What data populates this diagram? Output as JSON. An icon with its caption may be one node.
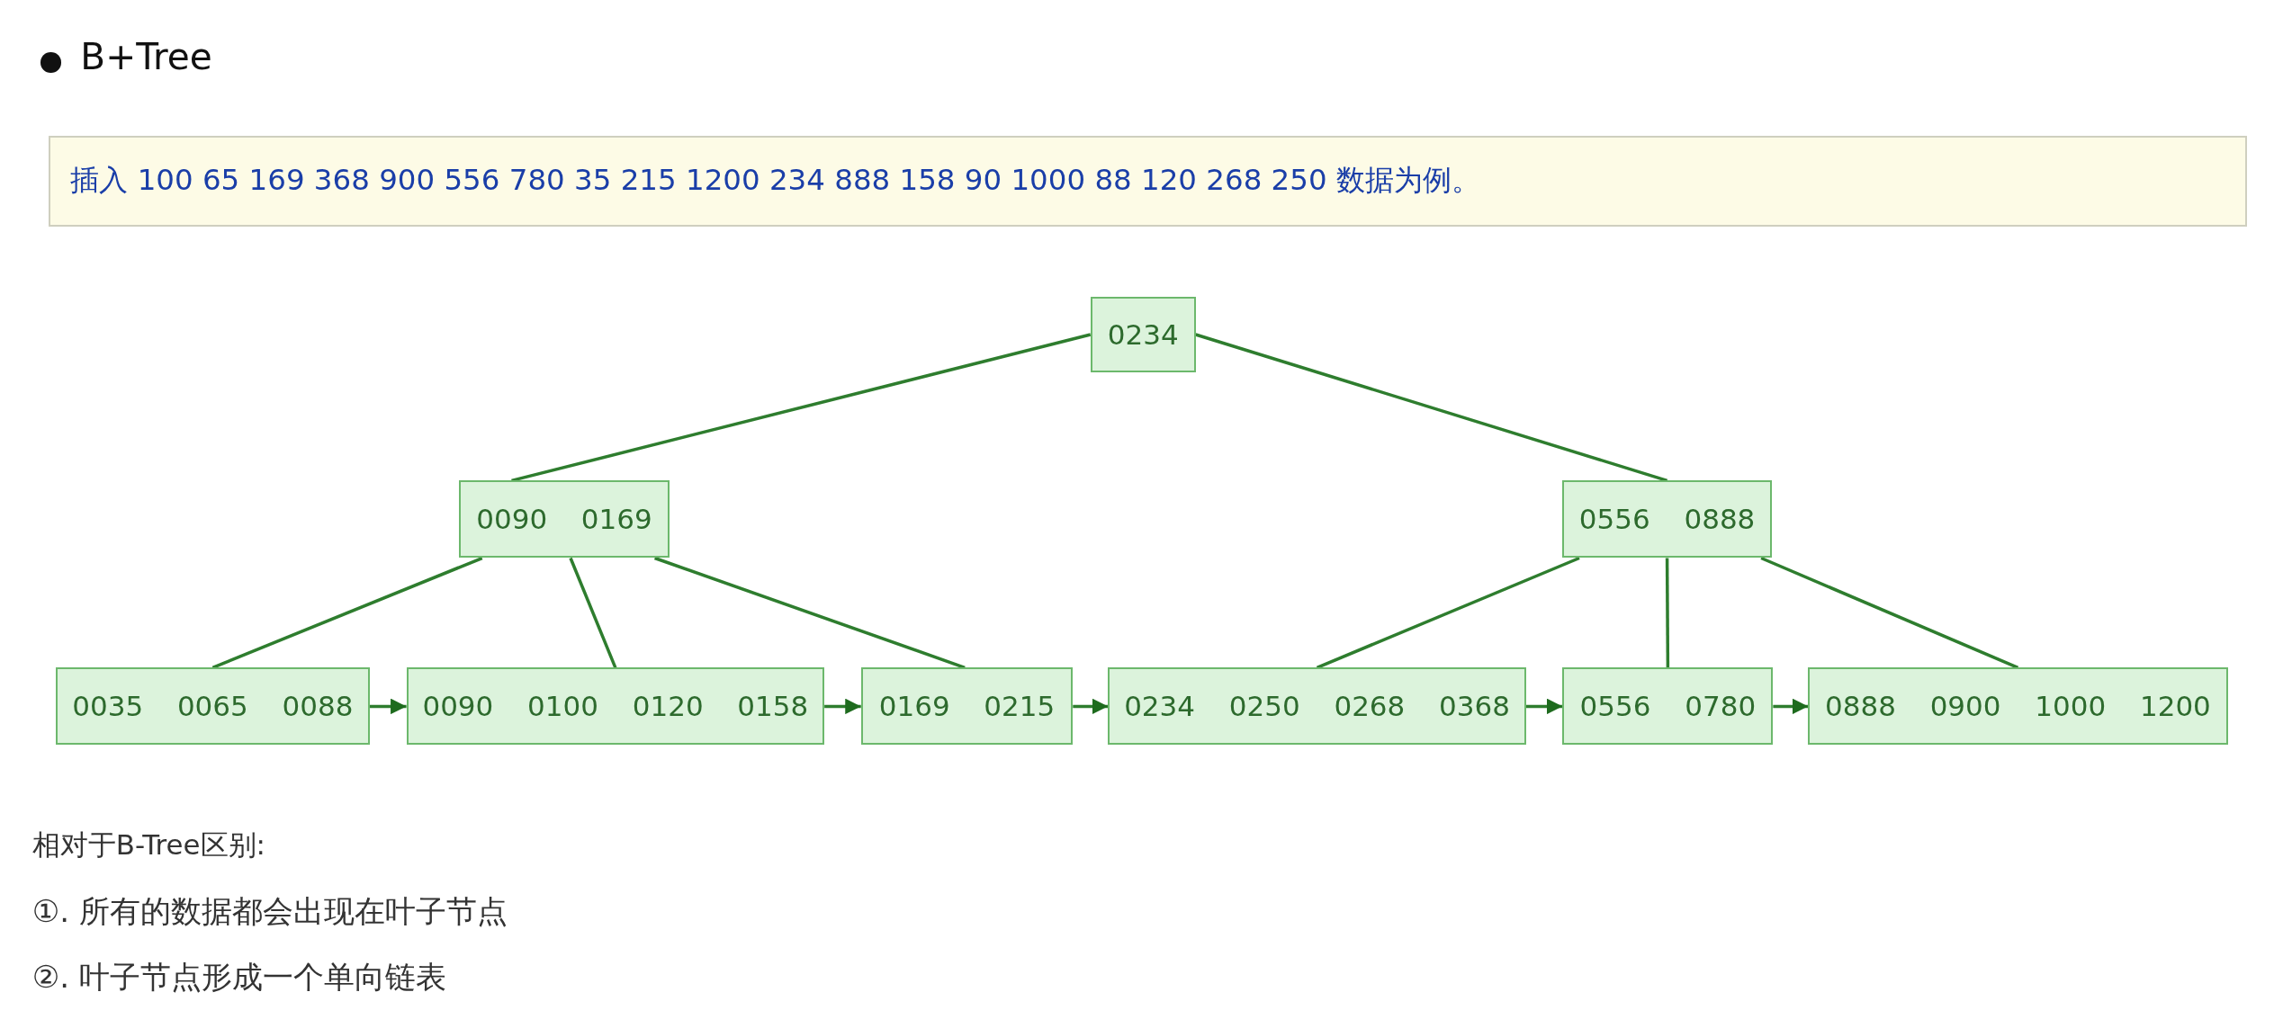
{
  "diagram": {
    "title": "B+Tree",
    "nodes": [
      {
        "text": [
          "0234"
        ]
      },
      {
        "text": [
          "0090 0169"
        ]
      },
      {
        "text": [
          "0556 0888"
        ]
      },
      {
        "text": [
          "0035 0065 0088"
        ]
      },
      {
        "text": [
          "0090 0100 0120 0158"
        ]
      },
      {
        "text": [
          "0169 0215"
        ]
      },
      {
        "text": [
          "0234 0250 0268 0368"
        ]
      },
      {
        "text": [
          "0556 0780"
        ]
      },
      {
        "text": [
          "0888 0900 1000 1200"
        ]
      }
    ],
    "edges": [
      {
        "from": 0,
        "to": 1,
        "arrow": "none"
      },
      {
        "from": 0,
        "to": 2,
        "arrow": "none"
      },
      {
        "from": 1,
        "to": 3,
        "arrow": "none"
      },
      {
        "from": 1,
        "to": 4,
        "arrow": "none"
      },
      {
        "from": 1,
        "to": 5,
        "arrow": "none"
      },
      {
        "from": 2,
        "to": 6,
        "arrow": "none"
      },
      {
        "from": 2,
        "to": 7,
        "arrow": "none"
      },
      {
        "from": 2,
        "to": 8,
        "arrow": "none"
      },
      {
        "from": 3,
        "to": 4,
        "arrow": "to"
      },
      {
        "from": 4,
        "to": 5,
        "arrow": "to"
      },
      {
        "from": 5,
        "to": 6,
        "arrow": "to"
      },
      {
        "from": 6,
        "to": 7,
        "arrow": "to"
      },
      {
        "from": 7,
        "to": 8,
        "arrow": "to"
      }
    ],
    "labels": [
      "插入 100 65 169 368 900 556 780 35 215 1200 234 888 158 90 1000 88 120 268 250 数据为例。",
      "相对于B-Tree区别:",
      "①. 所有的数据都会出现在叶子节点",
      "②. 叶子节点形成一个单向链表"
    ]
  }
}
